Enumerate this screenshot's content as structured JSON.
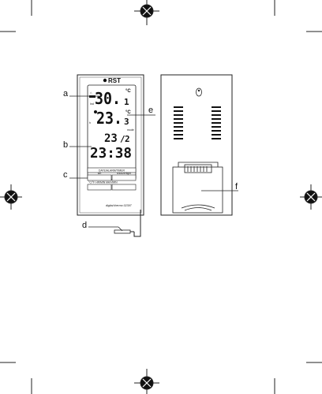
{
  "figure": {
    "callouts": {
      "a": "a",
      "b": "b",
      "c": "c",
      "d": "d",
      "e": "e",
      "f": "f"
    },
    "front": {
      "brand": "RST",
      "indoor_temp_int": "30.",
      "indoor_temp_dec": "1",
      "outdoor_temp_int": "23.",
      "outdoor_temp_dec": "3",
      "unit_c": "°C",
      "indoor_label": "Ind",
      "hum_label": "h",
      "date_main": "23",
      "date_sep": "/",
      "date_second": "2",
      "time": "23:38",
      "mode_label": "mode",
      "button_row1": "DATE/ALARM/TIMER",
      "button_row2_left": "set",
      "button_row2_right": "snooze/light",
      "button_row3": "°C/°F  HR/MIN  MAX/MIN",
      "model_text": "digital thermo  02397"
    }
  }
}
